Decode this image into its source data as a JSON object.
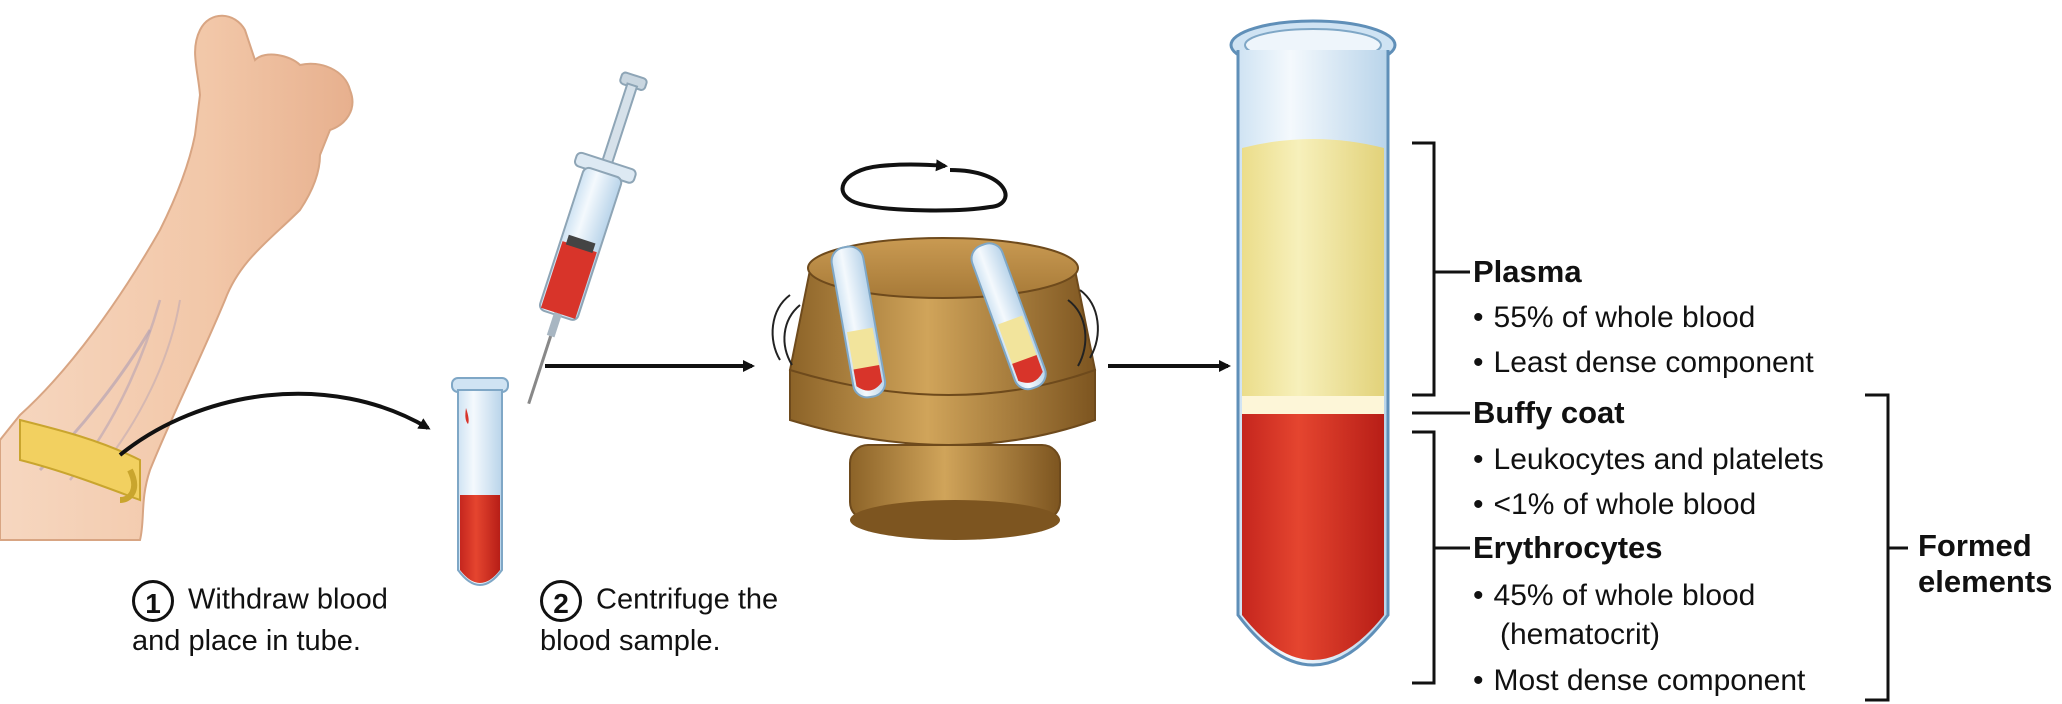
{
  "steps": [
    {
      "number": "1",
      "line1": "Withdraw blood",
      "line2": "and place in tube."
    },
    {
      "number": "2",
      "line1": "Centrifuge the",
      "line2": "blood sample."
    }
  ],
  "plasma": {
    "title": "Plasma",
    "bullets": [
      "55% of whole blood",
      "Least dense component"
    ]
  },
  "buffy_coat": {
    "title": "Buffy coat",
    "bullets": [
      "Leukocytes and platelets",
      "<1% of whole blood"
    ]
  },
  "erythrocytes": {
    "title": "Erythrocytes",
    "bullets": [
      "45% of whole blood",
      "(hematocrit)",
      "Most dense component"
    ]
  },
  "formed_elements": {
    "line1": "Formed",
    "line2": "elements"
  },
  "colors": {
    "plasma": "#f3e9a0",
    "erythrocytes": "#d8342a",
    "buffy_coat": "#fdf6d8",
    "tube_glass": "#dcecf7",
    "centrifuge": "#b98a3f"
  },
  "icons": [
    "arm-illustration",
    "syringe-illustration",
    "test-tube-illustration",
    "centrifuge-illustration",
    "rotation-arrow-icon",
    "separated-blood-tube-illustration"
  ]
}
